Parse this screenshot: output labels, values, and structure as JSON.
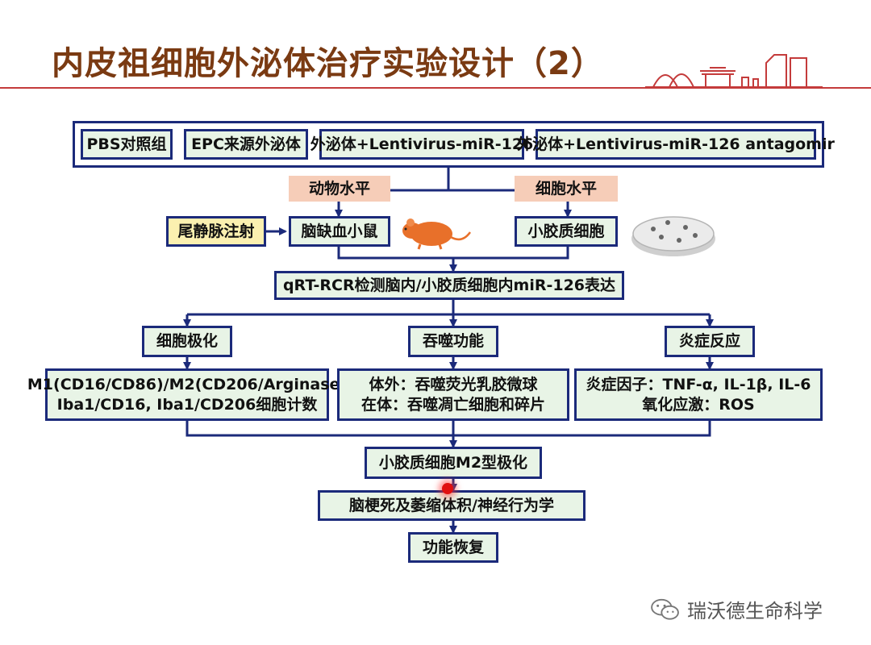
{
  "title": "内皮祖细胞外泌体治疗实验设计（2）",
  "groups": [
    "PBS对照组",
    "EPC来源外泌体",
    "外泌体+Lentivirus-miR-126",
    "外泌体+Lentivirus-miR-126 antagomir"
  ],
  "levels": {
    "animal": "动物水平",
    "cell": "细胞水平"
  },
  "injection": "尾静脉注射",
  "model": {
    "animal": "脑缺血小鼠",
    "cell": "小胶质细胞"
  },
  "detect": "qRT-RCR检测脑内/小胶质细胞内miR-126表达",
  "branches": [
    "细胞极化",
    "吞噬功能",
    "炎症反应"
  ],
  "details": {
    "polarization": [
      "M1(CD16/CD86)/M2(CD206/Arginase)",
      "Iba1/CD16, Iba1/CD206细胞计数"
    ],
    "phagocytosis": [
      "体外：吞噬荧光乳胶微球",
      "在体：吞噬凋亡细胞和碎片"
    ],
    "inflammation": [
      "炎症因子：TNF-α, IL-1β, IL-6",
      "氧化应激：ROS"
    ]
  },
  "result": "小胶质细胞M2型极化",
  "outcome": "脑梗死及萎缩体积/神经行为学",
  "final": "功能恢复",
  "footer": "瑞沃德生命科学",
  "colors": {
    "border": "#1b2a7a",
    "box_fill": "#e8f4e6",
    "level_fill": "#f6cdb8",
    "inject_fill": "#fbf0b0",
    "title": "#7a3a12"
  },
  "icons": [
    "skyline-logo",
    "mouse-icon",
    "petri-dish-icon",
    "wechat-icon"
  ]
}
